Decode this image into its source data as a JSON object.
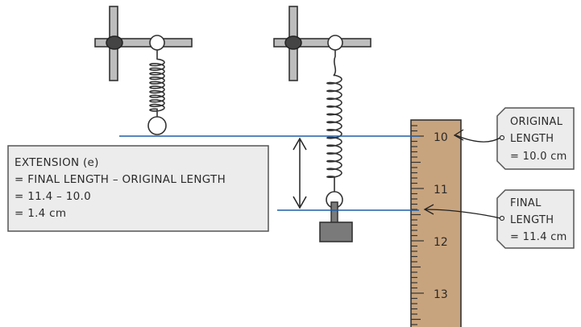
{
  "calculation": {
    "lines": [
      "EXTENSION (e)",
      "= FINAL  LENGTH – ORIGINAL  LENGTH",
      "= 11.4 – 10.0",
      "= 1.4 cm"
    ]
  },
  "original_tag": {
    "lines": [
      "ORIGINAL",
      "LENGTH",
      "= 10.0 cm"
    ],
    "value_cm": 10.0
  },
  "final_tag": {
    "lines": [
      "FINAL",
      "LENGTH",
      "= 11.4 cm"
    ],
    "value_cm": 11.4
  },
  "ruler": {
    "labels": [
      "10",
      "11",
      "12",
      "13"
    ],
    "min_cm": 9.8,
    "max_cm": 13.6
  },
  "colors": {
    "reference_line": "#1f5fa8",
    "ruler_wood": "#c8a47e",
    "panel_fill": "#ececec",
    "mass": "#7a7a7a",
    "stand": "#bdbdbd"
  },
  "icons": {
    "clamp": "clamp-stand-icon",
    "mass": "hanging-mass-icon"
  }
}
